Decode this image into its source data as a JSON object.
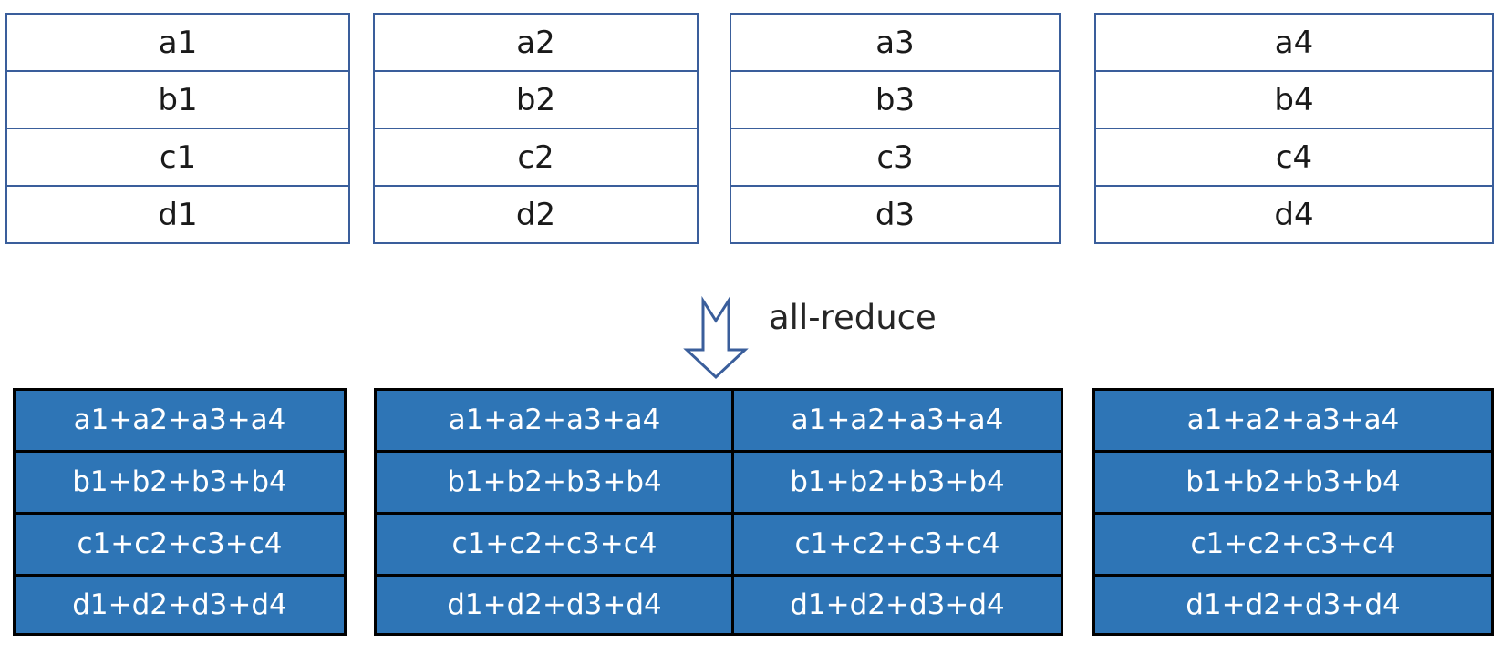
{
  "diagram": {
    "type": "all-reduce-collective-operation",
    "operation_label": "all-reduce",
    "arrow_icon": "down-block-arrow-icon",
    "arrow_color": "#3A5E9B",
    "input": {
      "border_color": "#3A5E9B",
      "fill_color": "#FFFFFF",
      "text_color": "#1A1A1A",
      "tables": [
        {
          "name": "rank-0-input",
          "rows": [
            "a1",
            "b1",
            "c1",
            "d1"
          ]
        },
        {
          "name": "rank-1-input",
          "rows": [
            "a2",
            "b2",
            "c2",
            "d2"
          ]
        },
        {
          "name": "rank-2-input",
          "rows": [
            "a3",
            "b3",
            "c3",
            "d3"
          ]
        },
        {
          "name": "rank-3-input",
          "rows": [
            "a4",
            "b4",
            "c4",
            "d4"
          ]
        }
      ]
    },
    "output": {
      "border_color": "#000000",
      "fill_color": "#2E75B6",
      "text_color": "#FFFFFF",
      "tables": [
        {
          "name": "rank-0-output",
          "rows": [
            "a1+a2+a3+a4",
            "b1+b2+b3+b4",
            "c1+c2+c3+c4",
            "d1+d2+d3+d4"
          ]
        },
        {
          "name": "rank-1-output",
          "rows": [
            "a1+a2+a3+a4",
            "b1+b2+b3+b4",
            "c1+c2+c3+c4",
            "d1+d2+d3+d4"
          ]
        },
        {
          "name": "rank-2-output",
          "rows": [
            "a1+a2+a3+a4",
            "b1+b2+b3+b4",
            "c1+c2+c3+c4",
            "d1+d2+d3+d4"
          ]
        },
        {
          "name": "rank-3-output",
          "rows": [
            "a1+a2+a3+a4",
            "b1+b2+b3+b4",
            "c1+c2+c3+c4",
            "d1+d2+d3+d4"
          ]
        }
      ]
    }
  }
}
